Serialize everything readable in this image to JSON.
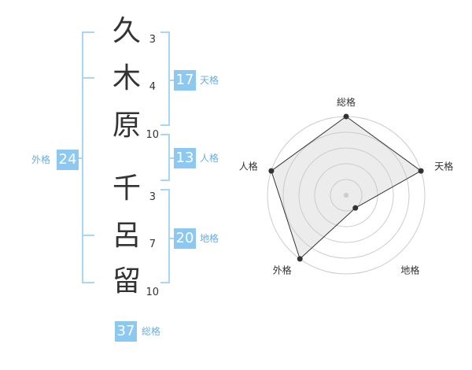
{
  "name": {
    "chars": [
      {
        "char": "久",
        "strokes": "3"
      },
      {
        "char": "木",
        "strokes": "4"
      },
      {
        "char": "原",
        "strokes": "10"
      },
      {
        "char": "千",
        "strokes": "3"
      },
      {
        "char": "呂",
        "strokes": "7"
      },
      {
        "char": "留",
        "strokes": "10"
      }
    ]
  },
  "kaku": {
    "tenkaku": {
      "label": "天格",
      "value": "17"
    },
    "jinkaku": {
      "label": "人格",
      "value": "13"
    },
    "chikaku": {
      "label": "地格",
      "value": "20"
    },
    "gaikaku": {
      "label": "外格",
      "value": "24"
    },
    "soukaku": {
      "label": "総格",
      "value": "37"
    }
  },
  "colors": {
    "bracket": "#a6d8f5",
    "badge": "#8cc8f0",
    "label": "#6aaee0"
  },
  "chart_data": {
    "type": "radar",
    "axes": [
      "総格",
      "天格",
      "地格",
      "外格",
      "人格"
    ],
    "levels": 5,
    "values": [
      5,
      5,
      1,
      5,
      5
    ],
    "max": 5,
    "grid": true
  }
}
